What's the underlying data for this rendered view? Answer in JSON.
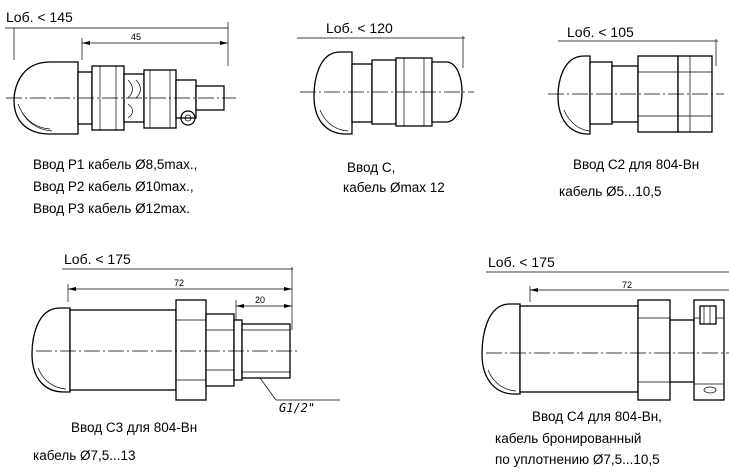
{
  "cells": [
    {
      "id": "p",
      "length_label": "Lоб. < 145",
      "dims": [
        "45"
      ],
      "caption": [
        "Ввод Р1  кабель Ø8,5max.,",
        "Ввод Р2  кабель Ø10max.,",
        "Ввод Р3  кабель Ø12max."
      ]
    },
    {
      "id": "c",
      "length_label": "Lоб. < 120",
      "dims": [],
      "caption": [
        "Ввод С,",
        "кабель Ømax 12"
      ]
    },
    {
      "id": "c2",
      "length_label": "Lоб. < 105",
      "dims": [],
      "caption": [
        "Ввод С2 для  804-Вн",
        "кабель Ø5...10,5"
      ]
    },
    {
      "id": "c3",
      "length_label": "Lоб. < 175",
      "dims": [
        "72",
        "20"
      ],
      "thread": "G1/2\"",
      "caption": [
        "Ввод С3 для  804-Вн",
        "кабель Ø7,5...13"
      ]
    },
    {
      "id": "c4",
      "length_label": "Lоб. < 175",
      "dims": [
        "72"
      ],
      "caption": [
        "Ввод С4  для  804-Вн,",
        "кабель бронированный",
        "по уплотнению Ø7,5...10,5"
      ]
    }
  ]
}
